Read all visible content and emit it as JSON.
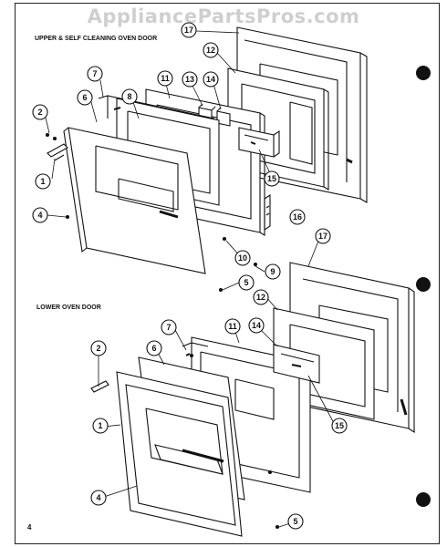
{
  "watermark": "AppliancePartsPros.com",
  "sections": {
    "upper_title": "UPPER & SELF CLEANING OVEN DOOR",
    "lower_title": "LOWER OVEN DOOR"
  },
  "page_number": "4",
  "callouts_upper": [
    "17",
    "12",
    "7",
    "11",
    "13",
    "14",
    "2",
    "6",
    "8",
    "15",
    "1",
    "4",
    "16",
    "10",
    "9",
    "5"
  ],
  "callouts_lower": [
    "17",
    "12",
    "7",
    "11",
    "14",
    "2",
    "6",
    "1",
    "15",
    "4",
    "5"
  ]
}
